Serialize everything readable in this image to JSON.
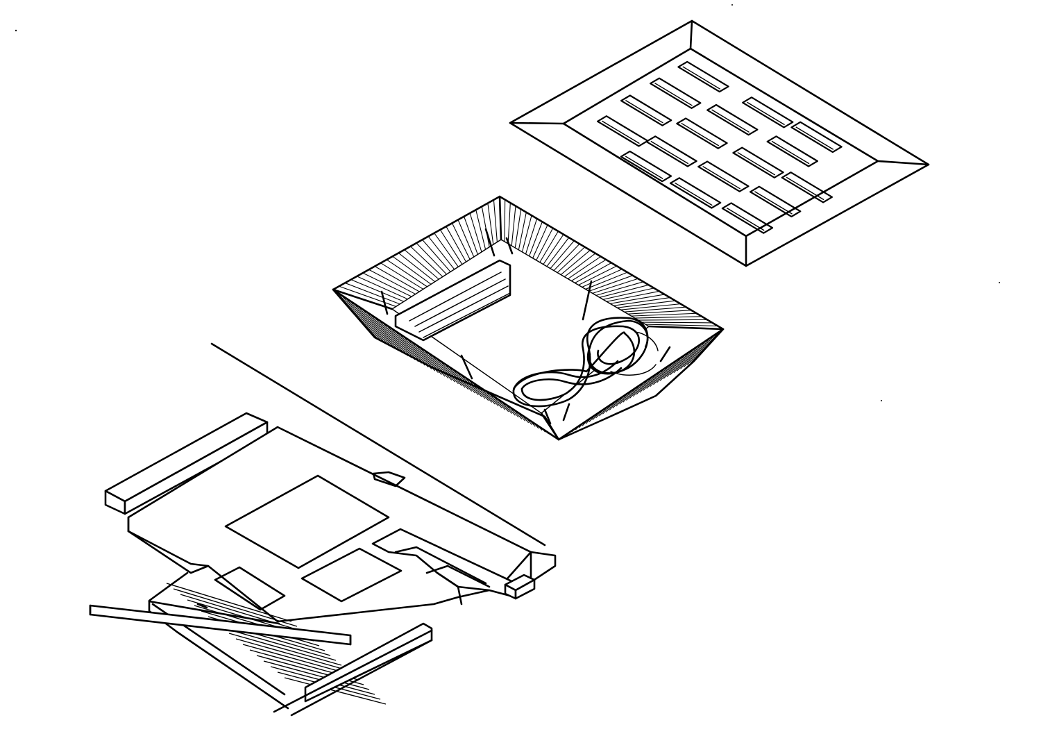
{
  "drawing": {
    "ink_color": "#000000",
    "paper_color": "#ffffff",
    "style": "hand-drawn isometric exploded sketch",
    "layers": [
      {
        "id": "top-slab",
        "icon": "perforated-panel-icon",
        "slot_count": 17
      },
      {
        "id": "middle-basin",
        "icon": "hatched-tray-icon",
        "figure_eight_tracks": 1
      },
      {
        "id": "bottom-floor-plan",
        "icon": "floor-plan-icon",
        "opening_count": 3
      }
    ]
  }
}
